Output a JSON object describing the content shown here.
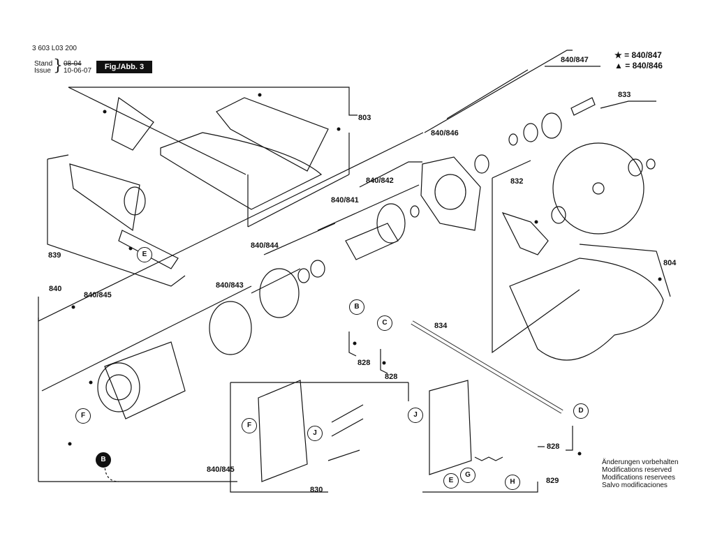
{
  "header": {
    "doc_number": "3 603 L03 200",
    "stand_label": "Stand",
    "issue_label": "Issue",
    "stand_old": "08-04",
    "issue_date": "10-06-07",
    "figure_badge": "Fig./Abb. 3"
  },
  "legend": [
    {
      "symbol": "★",
      "text": "840/847"
    },
    {
      "symbol": "▲",
      "text": "840/846"
    }
  ],
  "group_labels": {
    "g840_847": "840/847",
    "g833": "833",
    "g803": "803",
    "g840_846": "840/846",
    "g840_842": "840/842",
    "g840_841": "840/841",
    "g832": "832",
    "g839": "839",
    "g840_844": "840/844",
    "g804": "804",
    "g840_843": "840/843",
    "g840": "840",
    "g840_845_top": "840/845",
    "g834": "834",
    "g828_a": "828",
    "g828_b": "828",
    "g828_c": "828",
    "g840_845_bottom": "840/845",
    "g829": "829",
    "g830": "830"
  },
  "callouts": {
    "E1": "E",
    "B1": "B",
    "C1": "C",
    "D1": "D",
    "F1": "F",
    "B2": "B",
    "F2": "F",
    "J1": "J",
    "J2": "J",
    "E2": "E",
    "G1": "G",
    "H1": "H"
  },
  "notes": [
    "Änderungen vorbehalten",
    "Modifications reserved",
    "Modifications reservees",
    "Salvo modificaciones"
  ]
}
